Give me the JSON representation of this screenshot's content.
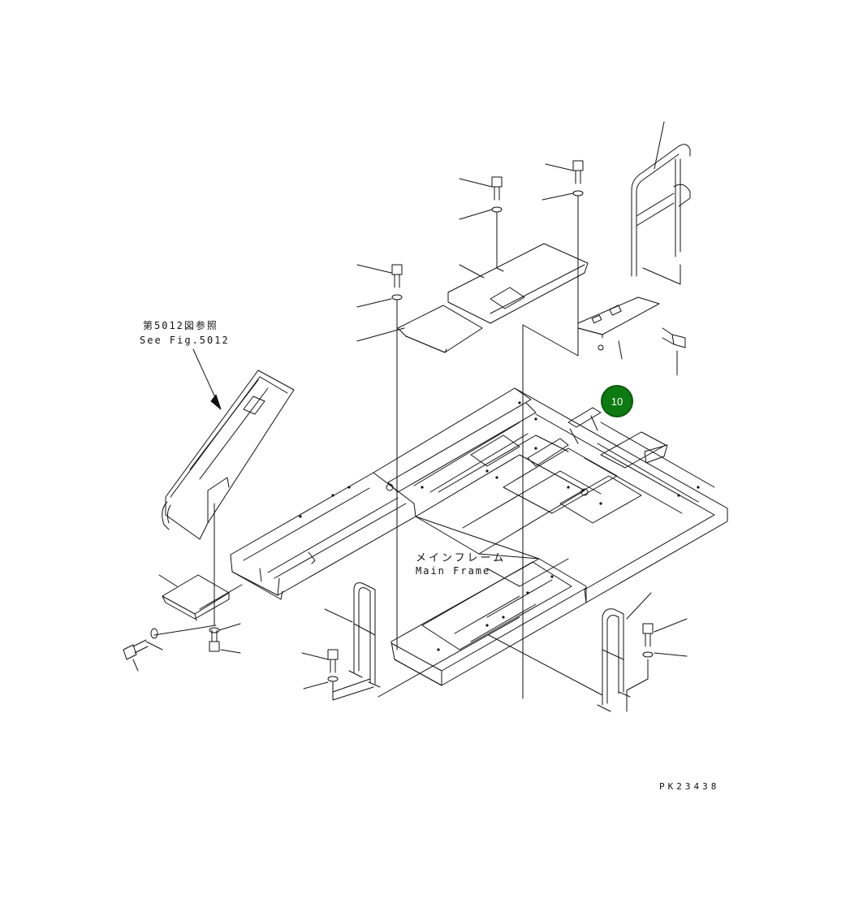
{
  "callout": {
    "number": "10",
    "color": "#0d7a12"
  },
  "reference": {
    "japanese": "第5012図参照",
    "english": "See Fig.5012"
  },
  "main_frame": {
    "japanese": "メインフレーム",
    "english": "Main Frame"
  },
  "drawing_code": "PK23438"
}
